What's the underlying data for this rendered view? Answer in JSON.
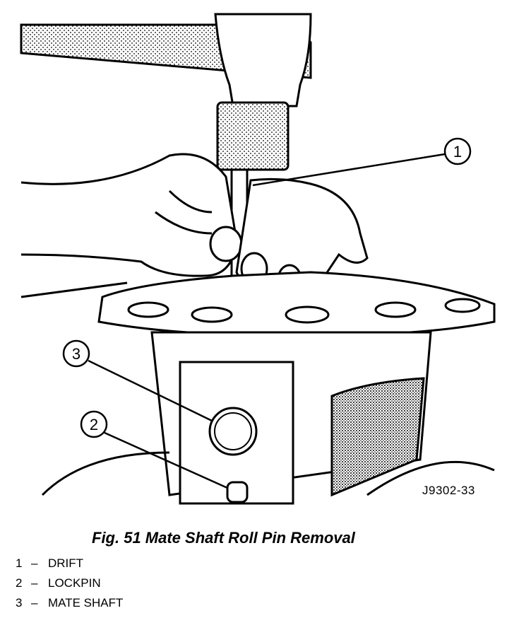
{
  "figure": {
    "caption": "Fig. 51 Mate Shaft Roll Pin Removal",
    "code": "J9302-33"
  },
  "callouts": [
    {
      "number": "1",
      "label": "DRIFT"
    },
    {
      "number": "2",
      "label": "LOCKPIN"
    },
    {
      "number": "3",
      "label": "MATE SHAFT"
    }
  ],
  "colors": {
    "ink": "#000000",
    "paper": "#ffffff"
  }
}
